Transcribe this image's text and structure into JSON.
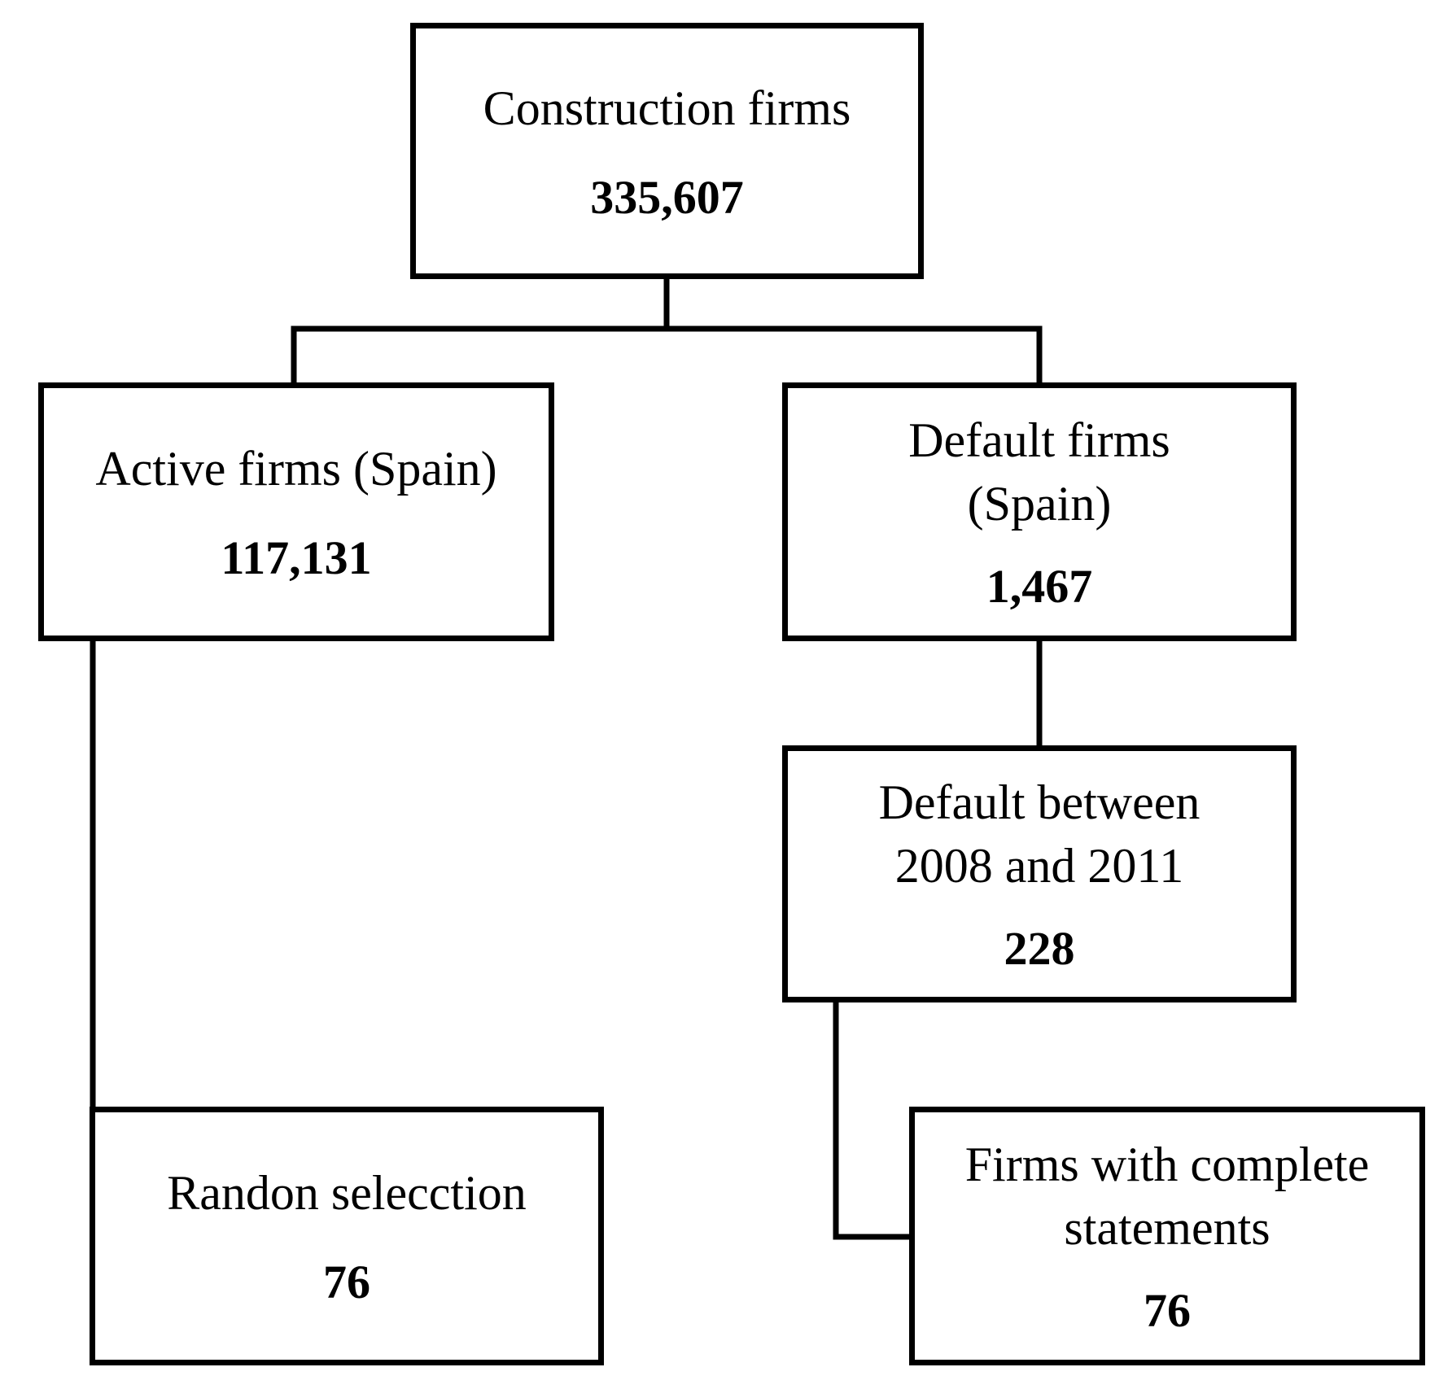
{
  "nodes": {
    "construction": {
      "label": [
        "Construction firms"
      ],
      "count": "335,607"
    },
    "active": {
      "label": [
        "Active firms (Spain)"
      ],
      "count": "117,131"
    },
    "default": {
      "label": [
        "Default firms",
        "(Spain)"
      ],
      "count": "1,467"
    },
    "default_period": {
      "label": [
        "Default between",
        "2008 and 2011"
      ],
      "count": "228"
    },
    "random": {
      "label": [
        "Randon selecction"
      ],
      "count": "76"
    },
    "complete": {
      "label": [
        "Firms with complete",
        "statements"
      ],
      "count": "76"
    }
  },
  "edges": [
    {
      "from": "construction",
      "to": "active"
    },
    {
      "from": "construction",
      "to": "default"
    },
    {
      "from": "active",
      "to": "random"
    },
    {
      "from": "default",
      "to": "default_period"
    },
    {
      "from": "default_period",
      "to": "complete"
    }
  ]
}
